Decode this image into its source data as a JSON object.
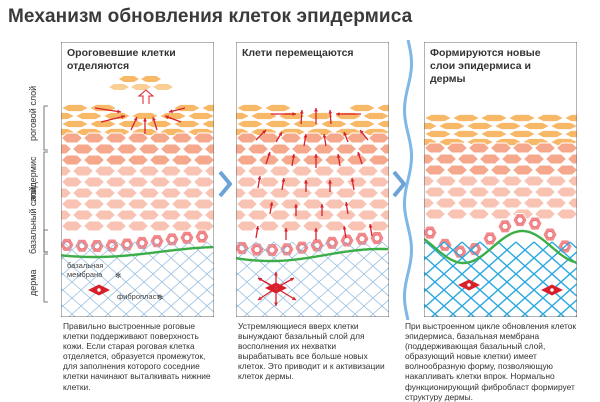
{
  "title": "Механизм обновления клеток эпидермиса",
  "side_labels": {
    "stratum_corneum": "роговой слой",
    "epidermis": "эпидермис",
    "basal_layer": "базальный слой",
    "dermis": "дерма"
  },
  "panels": [
    {
      "title_line1": "Ороговевшие клетки",
      "title_line2": "отделяются",
      "label_membrane_1": "базальная",
      "label_membrane_2": "мембрана",
      "label_fibroblast": "фибропласт",
      "caption": "Правильно выстроенные роговые клетки поддерживают поверхность кожи. Если старая роговая клетка отделяется, образуется промежуток, для заполнения которого соседние клетки начинают выталкивать нижние клетки."
    },
    {
      "title_line1": "Клети перемещаются",
      "caption": "Устремляющиеся вверх клетки вынуждают базальный слой для восполнения их нехватки вырабатывать все больше новых клеток. Это приводит и к активизации клеток дермы."
    },
    {
      "title_line1": "Формируются новые",
      "title_line2": "слои эпидермиса и",
      "title_line3": "дермы",
      "caption": "При выстроенном цикле обновления клеток эпидермиса, базальная мембрана (поддерживающая базальный слой, образующий новые клетки) имеет волнообразную форму, позволяющую накапливать клетки впрок. Нормально функционирующий фибробласт формирует структуру дермы."
    }
  ],
  "colors": {
    "corneum": "#f7b867",
    "upper_cells": "#f5a88c",
    "mid_cells": "#f9c3b4",
    "basal_cells": "#f2888a",
    "membrane": "#3cae48",
    "dermis_lines": "#8fb9de",
    "dermis_lines_new": "#2aa8df",
    "arrow": "#d8202a",
    "chevron": "#6ba3d8",
    "wave": "#7fb7e6"
  }
}
